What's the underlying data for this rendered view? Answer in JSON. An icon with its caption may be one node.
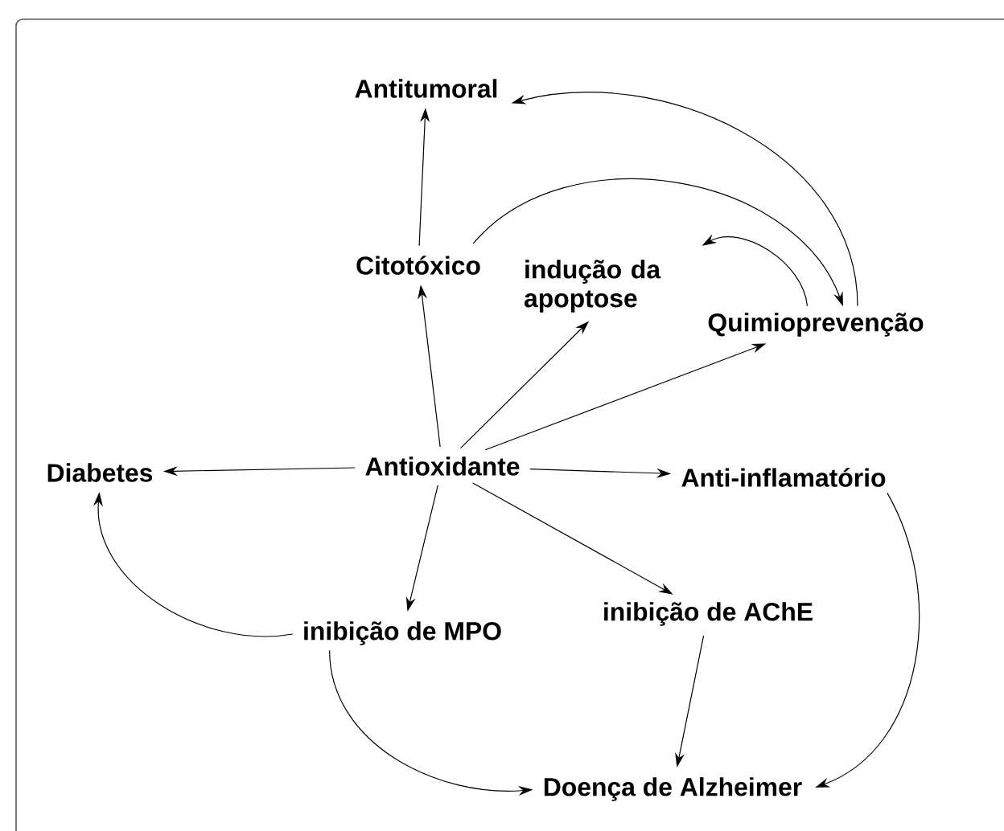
{
  "diagram": {
    "nodes": [
      {
        "text": [
          "Antitumoral"
        ]
      },
      {
        "text": [
          "Citotóxico"
        ]
      },
      {
        "text": [
          "indução da apoptose"
        ]
      },
      {
        "text": [
          "Quimioprevenção"
        ]
      },
      {
        "text": [
          "Diabetes"
        ]
      },
      {
        "text": [
          "Antioxidante"
        ]
      },
      {
        "text": [
          "Anti-inflamatório"
        ]
      },
      {
        "text": [
          "inibição de MPO"
        ]
      },
      {
        "text": [
          "inibição de AChE"
        ]
      },
      {
        "text": [
          "Doença de Alzheimer"
        ]
      }
    ],
    "edges": [
      {
        "from": 1,
        "to": 0,
        "arrow": "to"
      },
      {
        "from": 3,
        "to": 0,
        "arrow": "to"
      },
      {
        "from": 1,
        "to": 3,
        "arrow": "to"
      },
      {
        "from": 3,
        "to": 2,
        "arrow": "to"
      },
      {
        "from": 5,
        "to": 1,
        "arrow": "to"
      },
      {
        "from": 5,
        "to": 2,
        "arrow": "to"
      },
      {
        "from": 5,
        "to": 3,
        "arrow": "to"
      },
      {
        "from": 5,
        "to": 4,
        "arrow": "to"
      },
      {
        "from": 5,
        "to": 6,
        "arrow": "to"
      },
      {
        "from": 5,
        "to": 7,
        "arrow": "to"
      },
      {
        "from": 5,
        "to": 8,
        "arrow": "to"
      },
      {
        "from": 7,
        "to": 4,
        "arrow": "to"
      },
      {
        "from": 7,
        "to": 9,
        "arrow": "to"
      },
      {
        "from": 8,
        "to": 9,
        "arrow": "to"
      },
      {
        "from": 6,
        "to": 9,
        "arrow": "to"
      }
    ]
  }
}
